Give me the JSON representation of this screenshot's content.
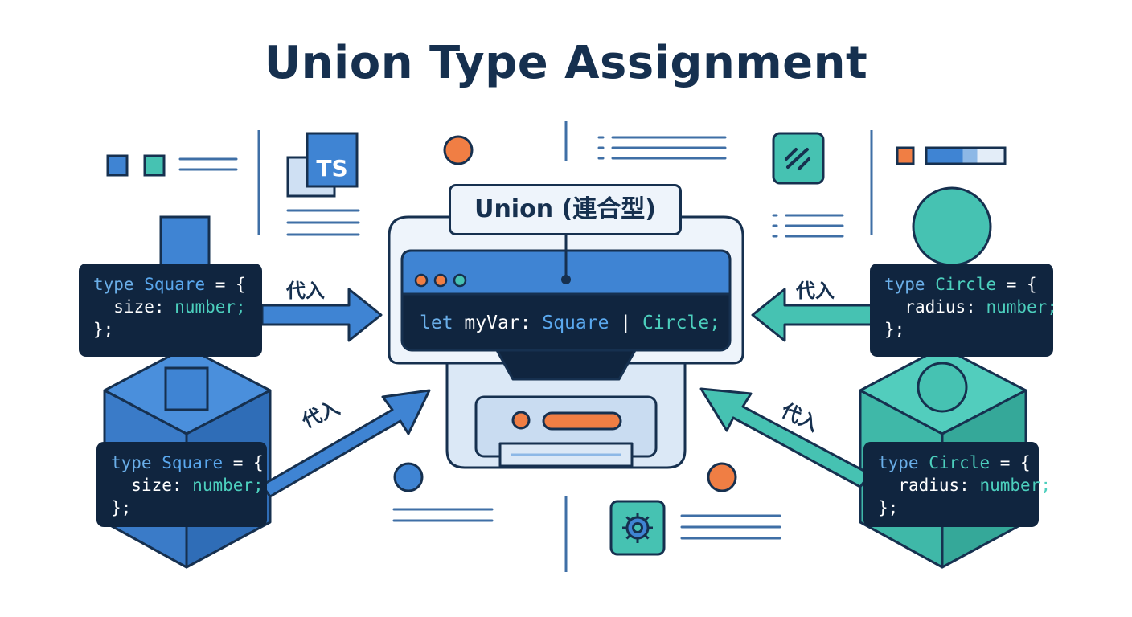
{
  "title": "Union Type Assignment",
  "union_label": "Union (連合型)",
  "ts_badge": "TS",
  "assign_label": "代入",
  "main_code": {
    "keyword": "let",
    "variable": "myVar:",
    "type_a": "Square",
    "separator": "|",
    "type_b": "Circle;"
  },
  "square_type": {
    "keyword": "type",
    "name": "Square",
    "open": "= {",
    "field": "size:",
    "field_type": "number;",
    "close": "};"
  },
  "circle_type": {
    "keyword": "type",
    "name": "Circle",
    "open": "= {",
    "field": "radius:",
    "field_type": "number;",
    "close": "};"
  },
  "colors": {
    "navy": "#16304f",
    "blue": "#3f84d3",
    "teal": "#46c2b2",
    "orange": "#f07e44",
    "card": "#10253f"
  },
  "icons": [
    "typescript-logo-icon",
    "gear-icon",
    "link-icon",
    "traffic-light-dots-icon",
    "square-icon",
    "circle-icon"
  ]
}
